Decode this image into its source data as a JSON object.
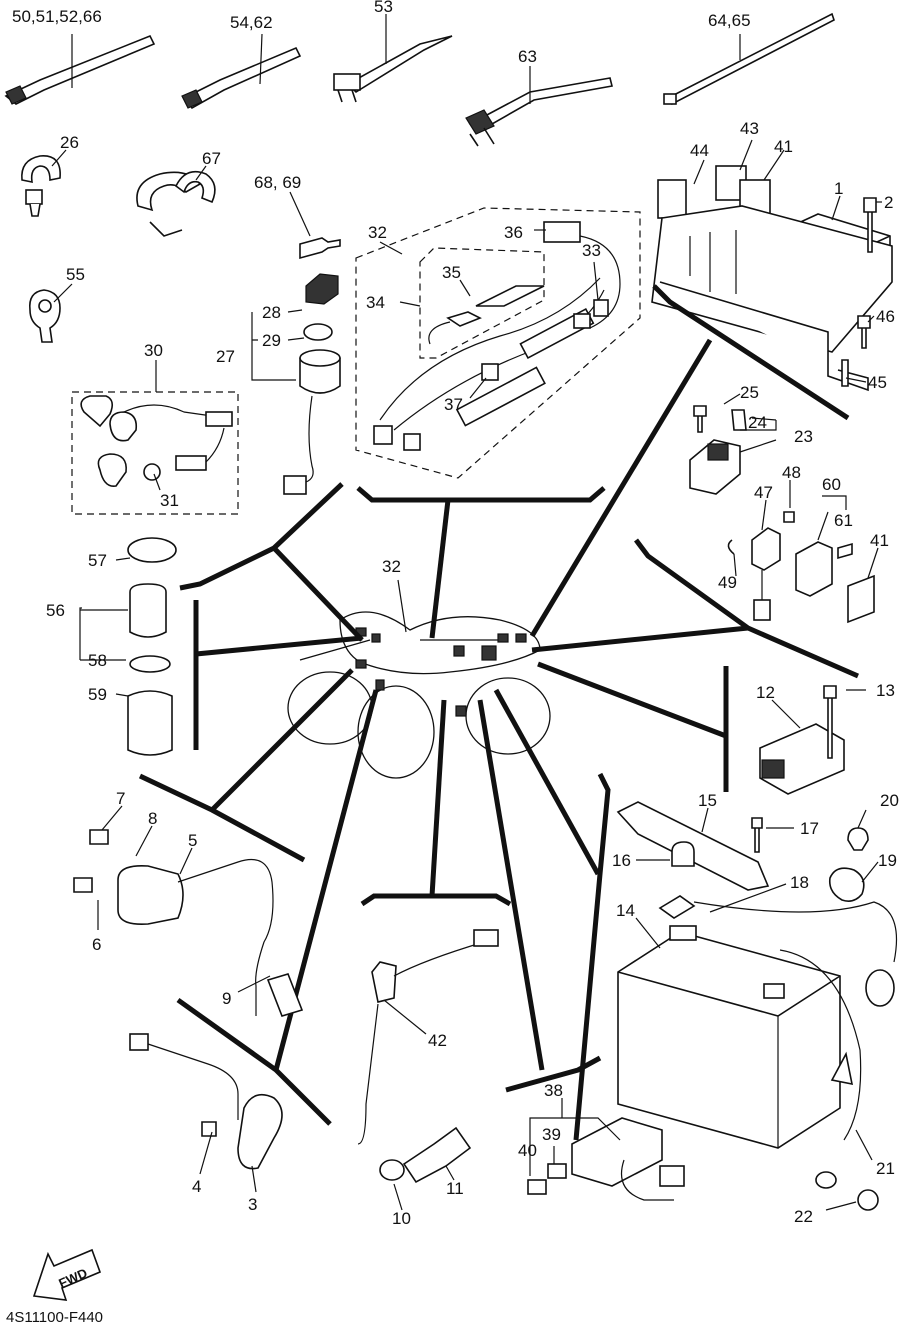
{
  "diagram_code": "4S11100-F440",
  "fwd_label": "FWD",
  "labels": {
    "l_50": "50,51,52,66",
    "l_54": "54,62",
    "l_53": "53",
    "l_63": "63",
    "l_64": "64,65",
    "l_26": "26",
    "l_67": "67",
    "l_68": "68, 69",
    "l_55": "55",
    "l_32a": "32",
    "l_36": "36",
    "l_35": "35",
    "l_34": "34",
    "l_33": "33",
    "l_37": "37",
    "l_28": "28",
    "l_29": "29",
    "l_27": "27",
    "l_30": "30",
    "l_31": "31",
    "l_44": "44",
    "l_43": "43",
    "l_41a": "41",
    "l_1": "1",
    "l_2": "2",
    "l_46": "46",
    "l_45": "45",
    "l_25": "25",
    "l_24": "24",
    "l_23": "23",
    "l_48": "48",
    "l_47": "47",
    "l_60": "60",
    "l_61": "61",
    "l_41b": "41",
    "l_49": "49",
    "l_57": "57",
    "l_56": "56",
    "l_58": "58",
    "l_59": "59",
    "l_32b": "32",
    "l_12": "12",
    "l_13": "13",
    "l_7": "7",
    "l_8": "8",
    "l_5": "5",
    "l_6": "6",
    "l_9": "9",
    "l_15": "15",
    "l_17": "17",
    "l_20": "20",
    "l_16": "16",
    "l_19": "19",
    "l_18": "18",
    "l_14": "14",
    "l_42": "42",
    "l_38": "38",
    "l_39": "39",
    "l_40": "40",
    "l_4": "4",
    "l_3": "3",
    "l_11": "11",
    "l_10": "10",
    "l_21": "21",
    "l_22": "22"
  }
}
